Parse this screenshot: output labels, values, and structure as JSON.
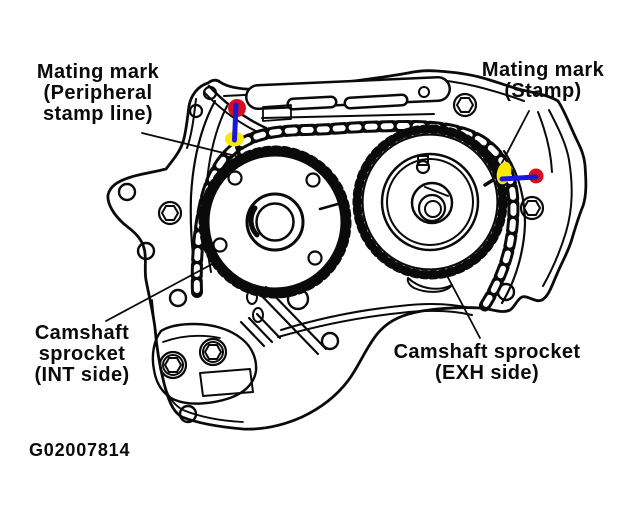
{
  "figure_code": "G02007814",
  "labels": {
    "mating_mark_peripheral": {
      "lines": [
        "Mating mark",
        "(Peripheral",
        "stamp line)"
      ]
    },
    "mating_mark_stamp": {
      "lines": [
        "Mating mark",
        "(Stamp)"
      ]
    },
    "camshaft_sprocket_int": {
      "lines": [
        "Camshaft",
        "sprocket",
        "(INT side)"
      ]
    },
    "camshaft_sprocket_exh": {
      "lines": [
        "Camshaft sprocket",
        "(EXH side)"
      ]
    }
  },
  "marks": {
    "red": "#d6101f",
    "blue": "#1a18dc",
    "yellow": "#f9e800"
  },
  "diagram": {
    "ink": "#0a0a0a",
    "background": "#ffffff"
  }
}
